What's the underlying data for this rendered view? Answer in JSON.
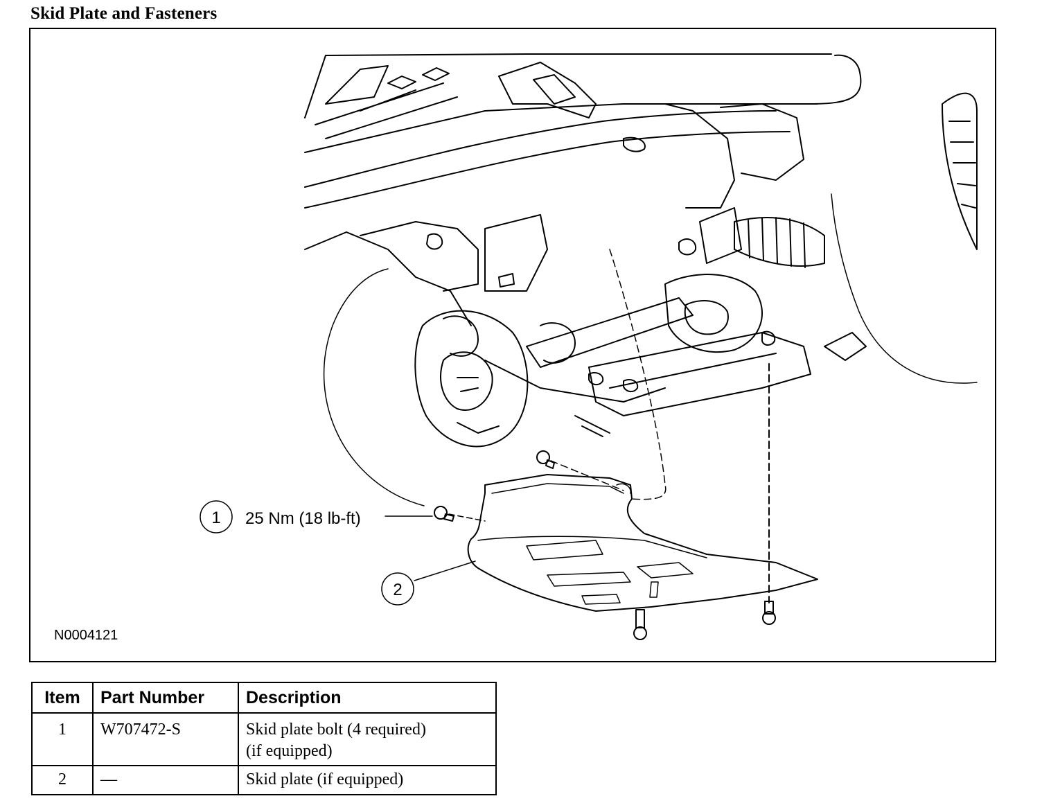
{
  "title": "Skid Plate and Fasteners",
  "figure": {
    "id": "N0004121",
    "callouts": [
      {
        "number": "1",
        "label": "25 Nm (18 lb-ft)"
      },
      {
        "number": "2",
        "label": ""
      }
    ]
  },
  "table": {
    "headers": {
      "item": "Item",
      "part_number": "Part Number",
      "description": "Description"
    },
    "rows": [
      {
        "item": "1",
        "part_number": "W707472-S",
        "description_lines": [
          "Skid plate bolt (4 required)",
          "(if equipped)"
        ]
      },
      {
        "item": "2",
        "part_number": "—",
        "description_lines": [
          "Skid plate (if equipped)"
        ]
      }
    ]
  }
}
